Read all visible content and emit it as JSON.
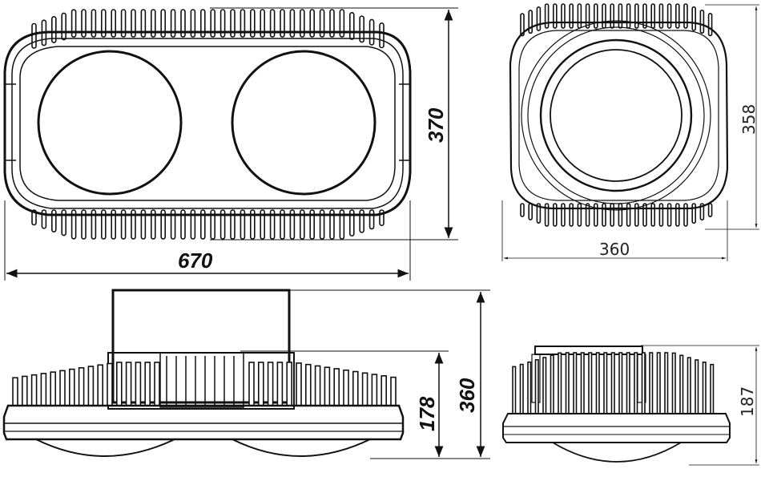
{
  "dimensions": {
    "front_width": "670",
    "front_height": "370",
    "side_top_height": "358",
    "side_top_width": "360",
    "front_elev_height_total": "360",
    "front_elev_height_body": "178",
    "side_elev_height": "187"
  },
  "colors": {
    "line": "#111111",
    "background": "#ffffff"
  }
}
